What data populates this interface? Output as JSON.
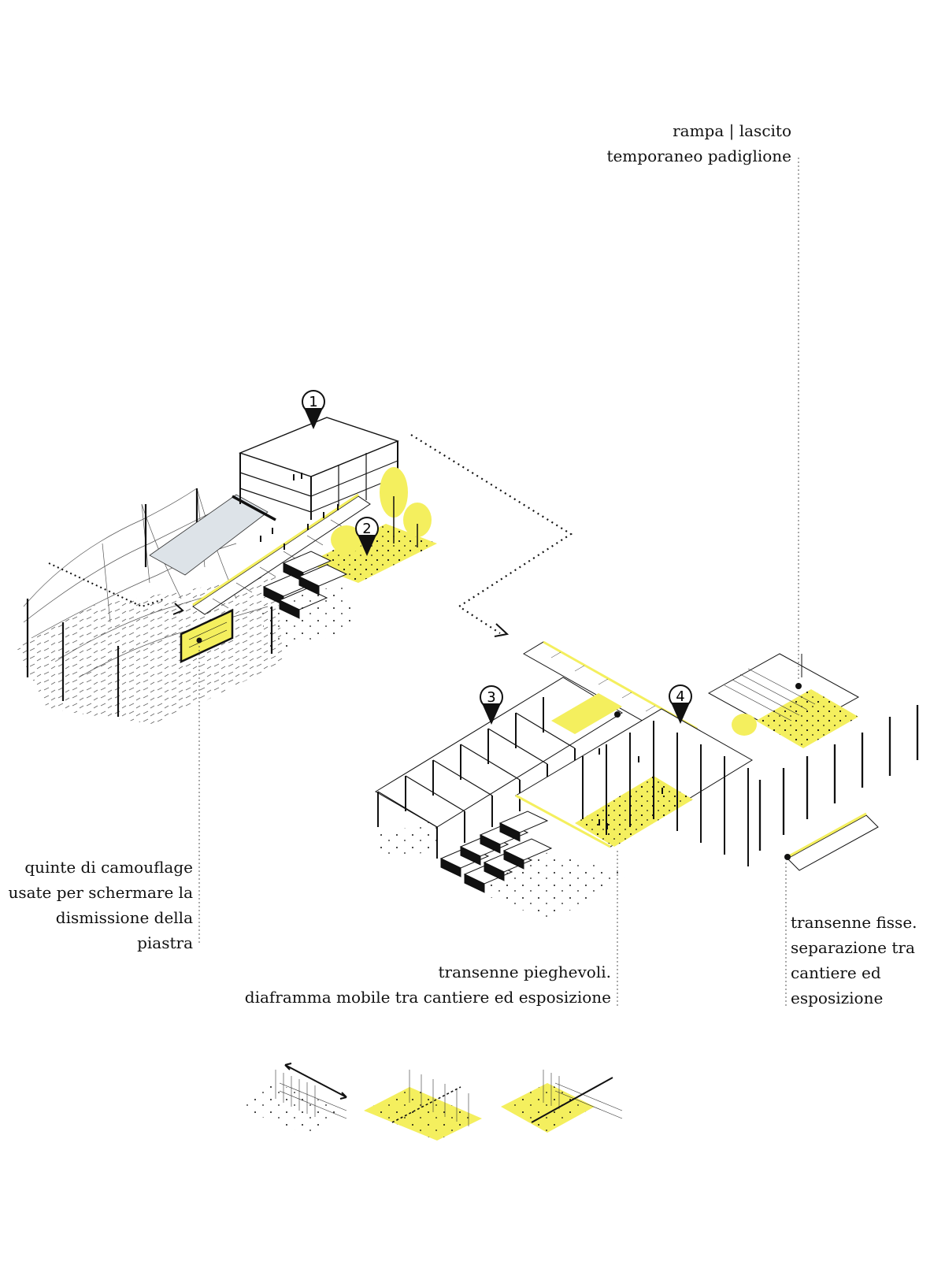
{
  "annotations": {
    "rampa": {
      "lines": [
        "rampa | lascito",
        "temporaneo padiglione"
      ]
    },
    "camouflage": {
      "lines": [
        "quinte di camouflage",
        "usate per schermare la",
        "dismissione della",
        "piastra"
      ]
    },
    "pieghevoli": {
      "lines": [
        "transenne pieghevoli.",
        "diaframma mobile tra cantiere ed esposizione"
      ]
    },
    "fisse": {
      "lines": [
        "transenne fisse.",
        "separazione tra",
        "cantiere ed",
        "esposizione"
      ]
    }
  },
  "markers": [
    {
      "number": "1"
    },
    {
      "number": "2"
    },
    {
      "number": "3"
    },
    {
      "number": "4"
    }
  ],
  "colors": {
    "accent_yellow": "#f4ef5e",
    "ink": "#111111",
    "roof_grey": "#dde3e8",
    "background": "#ffffff"
  },
  "legend": [
    {
      "icon": "fixed-barrier-icon"
    },
    {
      "icon": "folding-barrier-icon"
    },
    {
      "icon": "sliding-barrier-icon"
    }
  ]
}
